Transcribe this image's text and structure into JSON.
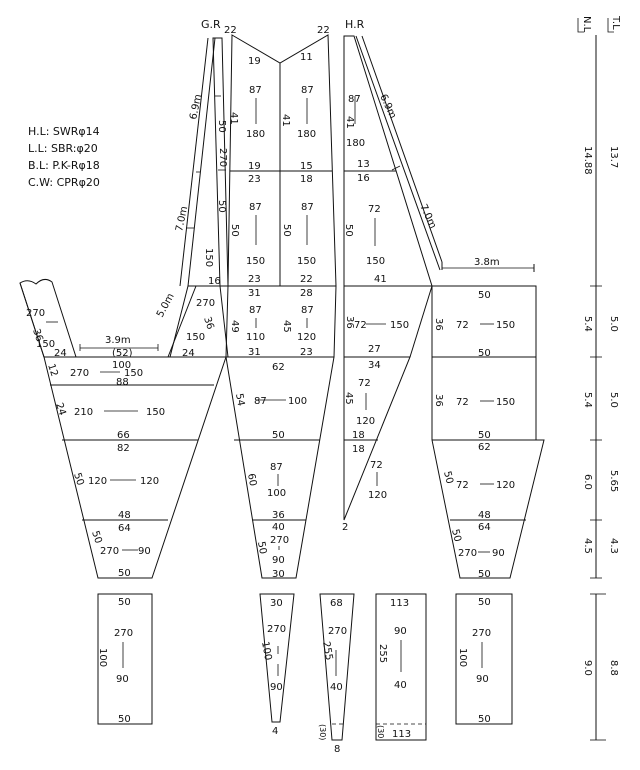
{
  "legend": {
    "items": [
      "H.L: SWRφ14",
      "L.L: SBR:φ20",
      "B.L: P.K-Rφ18",
      "C.W: CPRφ20"
    ]
  },
  "headers": {
    "gr": "G.R",
    "hr": "H.R",
    "nl": "N.L",
    "tl": "T.L"
  },
  "dimensions": {
    "gr_top": "6.9m",
    "gr_mid": "7.0m",
    "gr_low": "5.0m",
    "hr_top": "6.9m",
    "hr_mid": "7.0m",
    "left_wing": "3.9m",
    "right_wing": "3.8m"
  },
  "levels": {
    "nl": [
      "14.88",
      "5.4",
      "5.4",
      "6.0",
      "4.5",
      "9.0"
    ],
    "tl": [
      "13.7",
      "5.0",
      "5.0",
      "5.65",
      "4.3",
      "8.8"
    ]
  },
  "labels": {
    "gr": {
      "top_l": "22",
      "top_r": "22",
      "a_l": "19",
      "a_r": "11",
      "b_l1": "87",
      "b_l2": "180",
      "b_r1": "87",
      "b_r2": "180",
      "side_41l": "41",
      "side_41c": "41",
      "c_l": "19",
      "c_r": "15",
      "d_l": "23",
      "d_r": "18",
      "e_l1": "87",
      "e_l2": "150",
      "e_r1": "87",
      "e_r2": "150",
      "side_50l": "50",
      "side_50c": "50",
      "f_l": "23",
      "f_r": "22",
      "g_l": "31",
      "g_r": "28",
      "h_l1": "87",
      "h_l2": "110",
      "h_r1": "87",
      "h_r2": "120",
      "side_49": "49",
      "side_45": "45",
      "i_l": "31",
      "i_r": "23",
      "diag_50": "50",
      "diag_270": "270",
      "diag_150": "150",
      "diag_16": "16",
      "wing_270": "270",
      "wing_150": "150",
      "wing_36": "36",
      "wing_24": "24"
    },
    "hr": {
      "top_87": "87",
      "top_41": "41",
      "top_180": "180",
      "r13": "13",
      "r16": "16",
      "r72": "72",
      "r150": "150",
      "r50": "50",
      "r41": "41",
      "r36": "36",
      "r72b": "72",
      "r150b": "150",
      "r27": "27",
      "r34": "34",
      "r72c": "72",
      "r120c": "120",
      "r45": "45",
      "r18a": "18",
      "r18b": "18",
      "r72d": "72",
      "r120d": "120",
      "bottom": "2"
    },
    "left": {
      "w270": "270",
      "w150": "150",
      "w36": "36",
      "w24": "24",
      "dim52": "(52)",
      "r100": "100",
      "a12": "12",
      "a270": "270",
      "a150": "150",
      "a88": "88",
      "b24": "24",
      "b210": "210",
      "b150": "150",
      "b66": "66",
      "b82": "82",
      "c50": "50",
      "c120a": "120",
      "c120b": "120",
      "c48": "48",
      "c64": "64",
      "d50": "50",
      "d270": "270",
      "d90": "90",
      "d50b": "50"
    },
    "mid": {
      "m62": "62",
      "m54": "54",
      "m87": "87",
      "m100": "100",
      "m50": "50",
      "m60": "60",
      "m87b": "87",
      "m100b": "100",
      "m36": "36",
      "m40": "40",
      "m50b": "50",
      "m270": "270",
      "m90": "90",
      "m30": "30"
    },
    "right": {
      "r50": "50",
      "r36a": "36",
      "r72a": "72",
      "r150a": "150",
      "r50b": "50",
      "r36b": "36",
      "r72b": "72",
      "r150b": "150",
      "r50c": "50",
      "r62": "62",
      "r50d": "50",
      "r72c": "72",
      "r120c": "120",
      "r48": "48",
      "r64": "64",
      "r50e": "50",
      "r270": "270",
      "r90": "90",
      "r50f": "50"
    },
    "caps": {
      "c1_50a": "50",
      "c1_270": "270",
      "c1_100": "100",
      "c1_90": "90",
      "c1_50b": "50",
      "c2_30": "30",
      "c2_270": "270",
      "c2_100": "100",
      "c2_90": "90",
      "c2_4": "4",
      "c3_68": "68",
      "c3_270": "270",
      "c3_255": "255",
      "c3_40": "40",
      "c3_30": "(30)",
      "c3_8": "8",
      "c4_113a": "113",
      "c4_90": "90",
      "c4_255": "255",
      "c4_40": "40",
      "c4_30": "(30",
      "c4_113b": "113",
      "c5_50a": "50",
      "c5_270": "270",
      "c5_100": "100",
      "c5_90": "90",
      "c5_50b": "50"
    }
  }
}
